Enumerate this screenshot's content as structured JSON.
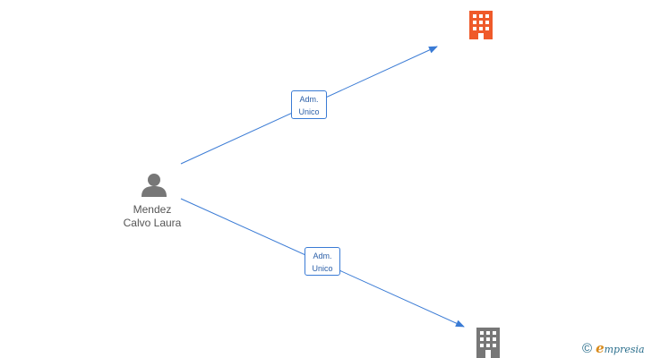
{
  "person": {
    "name_line1": "Mendez",
    "name_line2": "Calvo Laura",
    "icon": "person-icon",
    "color": "#777777"
  },
  "companies": [
    {
      "icon": "building-icon",
      "color": "#ef5a2a",
      "highlighted": true
    },
    {
      "icon": "building-icon",
      "color": "#777777",
      "highlighted": false
    }
  ],
  "edges": [
    {
      "from": "person",
      "to": "company-1",
      "label_line1": "Adm.",
      "label_line2": "Unico"
    },
    {
      "from": "person",
      "to": "company-2",
      "label_line1": "Adm.",
      "label_line2": "Unico"
    }
  ],
  "edge_color": "#3a7bd5",
  "watermark": {
    "copyright": "©",
    "logo_initial": "e",
    "logo_rest": "mpresia"
  }
}
